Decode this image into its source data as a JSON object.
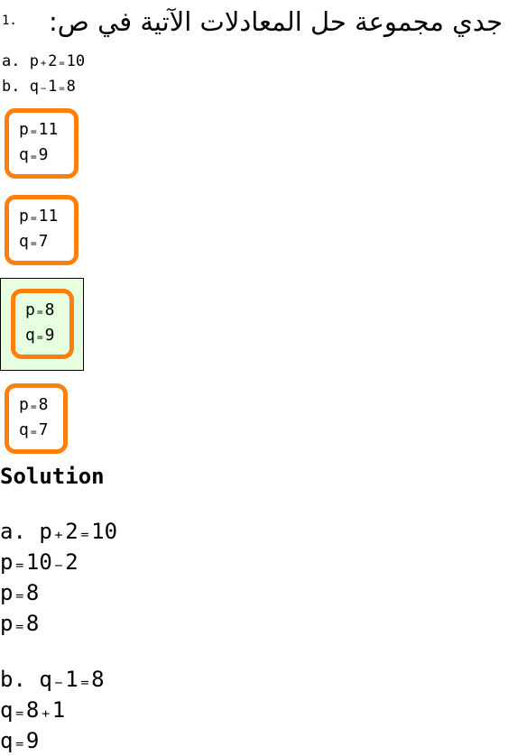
{
  "question": {
    "number": "1.",
    "title": "جدي مجموعة حل المعادلات الآتية في ص:",
    "equations": [
      {
        "label": "a. p₊2₌10"
      },
      {
        "label": "b. q₋1₌8"
      }
    ]
  },
  "options": [
    {
      "line1": "p₌11",
      "line2": "q₌9",
      "selected": false
    },
    {
      "line1": "p₌11",
      "line2": "q₌7",
      "selected": false
    },
    {
      "line1": "p₌8",
      "line2": "q₌9",
      "selected": true
    },
    {
      "line1": "p₌8",
      "line2": "q₌7",
      "selected": false
    }
  ],
  "colors": {
    "option_border": "#ff7f0e",
    "selected_background": "#e6ffde"
  },
  "solution": {
    "title": "Solution",
    "part_a": [
      "a. p₊2₌10",
      "p₌10₋2",
      "p₌8",
      "p₌8"
    ],
    "part_b": [
      "b. q₋1₌8",
      "q₌8₊1",
      "q₌9"
    ]
  }
}
